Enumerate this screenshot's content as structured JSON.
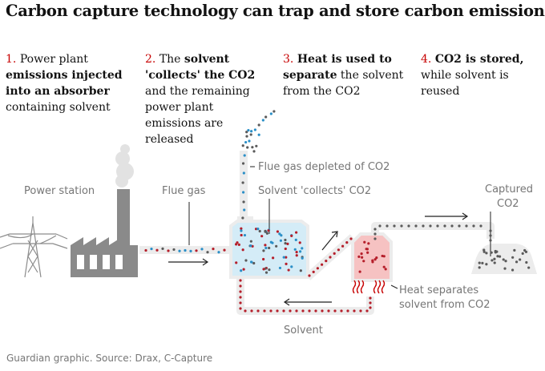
{
  "title": "Carbon capture technology can trap and store carbon emissions",
  "steps": [
    {
      "num": "1.",
      "lines": [
        [
          {
            "t": "Power plant",
            "b": false
          }
        ],
        [
          {
            "t": "emissions injected",
            "b": true
          }
        ],
        [
          {
            "t": "into an absorber",
            "b": true
          }
        ],
        [
          {
            "t": "containing solvent",
            "b": false
          }
        ]
      ]
    },
    {
      "num": "2.",
      "lines": [
        [
          {
            "t": "The ",
            "b": false
          },
          {
            "t": "solvent",
            "b": true
          }
        ],
        [
          {
            "t": "'collects' the CO2",
            "b": true
          }
        ],
        [
          {
            "t": "and the remaining",
            "b": false
          }
        ],
        [
          {
            "t": "power plant",
            "b": false
          }
        ],
        [
          {
            "t": "emissions are",
            "b": false
          }
        ],
        [
          {
            "t": "released",
            "b": false
          }
        ]
      ]
    },
    {
      "num": "3.",
      "lines": [
        [
          {
            "t": "Heat is used to",
            "b": true
          }
        ],
        [
          {
            "t": "separate",
            "b": true
          },
          {
            "t": " the solvent",
            "b": false
          }
        ],
        [
          {
            "t": "from the CO2",
            "b": false
          }
        ]
      ]
    },
    {
      "num": "4.",
      "lines": [
        [
          {
            "t": "CO2 is stored,",
            "b": true
          }
        ],
        [
          {
            "t": "while solvent is",
            "b": false
          }
        ],
        [
          {
            "t": "reused",
            "b": false
          }
        ]
      ]
    }
  ],
  "labels": {
    "power_station": "Power station",
    "flue_gas": "Flue gas",
    "flue_gas_depleted": "Flue gas depleted of CO2",
    "solvent_collects": "Solvent 'collects' CO2",
    "captured_1": "Captured",
    "captured_2": "CO2",
    "heat_1": "Heat separates",
    "heat_2": "solvent from CO2",
    "solvent": "Solvent"
  },
  "source": "Guardian graphic. Source: Drax, C-Capture",
  "colors": {
    "accent_red": "#c70000",
    "co2_dot": "#b51e2a",
    "gas_dot": "#2b8fc7",
    "grey_dot": "#5a5a5a",
    "absorber_fill": "#d4ecf7",
    "heater_fill": "#f6c2c2",
    "pipe": "#ececec",
    "structure": "#8c8c8c"
  }
}
